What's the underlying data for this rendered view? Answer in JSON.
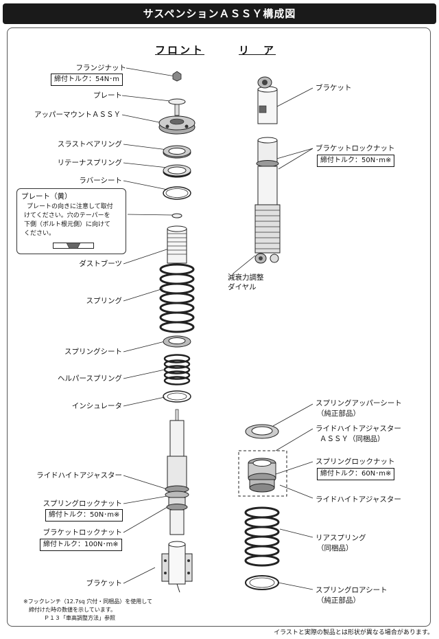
{
  "title": "サスペンションＡＳＳＹ構成図",
  "headings": {
    "front": "フロント",
    "rear": "リ　ア"
  },
  "front_labels": {
    "flange_nut": "フランジナット",
    "flange_nut_torque": "締付トルク：54N･m",
    "plate": "プレート",
    "upper_mount": "アッパーマウントＡＳＳＹ",
    "thrust_bearing": "スラストベアリング",
    "retainer_spring": "リテーナスプリング",
    "rubber_sheet": "ラバーシート",
    "dust_boots": "ダストブーツ",
    "spring": "スプリング",
    "spring_seat": "スプリングシート",
    "helper_spring": "ヘルパースプリング",
    "insulator": "インシュレータ",
    "ride_height_adjuster": "ライドハイトアジャスター",
    "spring_lock_nut": "スプリングロックナット",
    "spring_lock_nut_torque": "締付トルク：50N･m※",
    "bracket_lock_nut": "ブラケットロックナット",
    "bracket_lock_nut_torque": "締付トルク：100N･m※",
    "bracket": "ブラケット"
  },
  "callout": {
    "title": "プレート（黄）",
    "lines": [
      "プレートの向きに注意して取付",
      "けてください。穴のテーパーを",
      "下側（ボルト根元側）に向けて",
      "ください。"
    ]
  },
  "rear_labels": {
    "bracket": "ブラケット",
    "bracket_lock_nut": "ブラケットロックナット",
    "bracket_lock_nut_torque": "締付トルク：50N･m※",
    "damping_dial_1": "減衰力調整",
    "damping_dial_2": "ダイヤル",
    "spring_upper_seat_1": "スプリングアッパーシート",
    "spring_upper_seat_2": "（純正部品）",
    "ride_height_assy_1": "ライドハイトアジャスター",
    "ride_height_assy_2": "ＡＳＳＹ（同梱品）",
    "spring_lock_nut": "スプリングロックナット",
    "spring_lock_nut_torque": "締付トルク：60N･m※",
    "ride_height_adjuster": "ライドハイトアジャスター",
    "rear_spring_1": "リアスプリング",
    "rear_spring_2": "（同梱品）",
    "spring_lower_seat_1": "スプリングロアシート",
    "spring_lower_seat_2": "（純正部品）"
  },
  "notes": [
    "※フックレンチ（12.7sq 穴付・同梱品）を使用して",
    "締付けた時の数値を示しています。",
    "Ｐ１３「車高調整方法」参照"
  ],
  "footer": "イラストと実際の製品とは形状が異なる場合があります。"
}
